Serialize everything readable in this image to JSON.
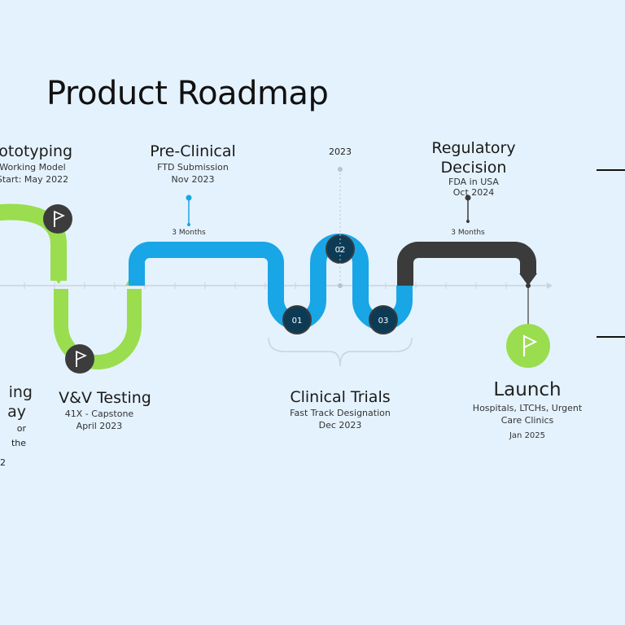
{
  "title": "Product Roadmap",
  "colors": {
    "background": "#e3f2fd",
    "green": "#9ade4f",
    "blue": "#18a6e6",
    "dark": "#3b3b3b",
    "navy_marker": "#0d3b55",
    "flag_dark": "#3c3c3c"
  },
  "milestones": {
    "prototyping": {
      "title": "rototyping",
      "sub1": "Working Model",
      "sub2": "Start: May 2022"
    },
    "left_edge": {
      "line1": "ing",
      "line2": "ay",
      "line3": "or the",
      "line4": "2"
    },
    "vv_testing": {
      "title": "V&V Testing",
      "sub1": "41X - Capstone",
      "sub2": "April 2023"
    },
    "pre_clinical": {
      "title": "Pre-Clinical",
      "sub1": "FTD Submission",
      "sub2": "Nov 2023",
      "duration": "3 Months"
    },
    "year_marker": "2023",
    "clinical_trials": {
      "title": "Clinical Trials",
      "sub1": "Fast Track Designation",
      "sub2": "Dec 2023",
      "phases": [
        "01",
        "02",
        "03"
      ]
    },
    "regulatory": {
      "title1": "Regulatory",
      "title2": "Decision",
      "sub1": "FDA in USA",
      "sub2": "Oct 2024",
      "duration": "3 Months"
    },
    "launch": {
      "title": "Launch",
      "sub1": "Hospitals, LTCHs, Urgent",
      "sub2": "Care Clinics",
      "sub3": "Jan 2025"
    }
  },
  "icons": [
    "flag-icon"
  ]
}
